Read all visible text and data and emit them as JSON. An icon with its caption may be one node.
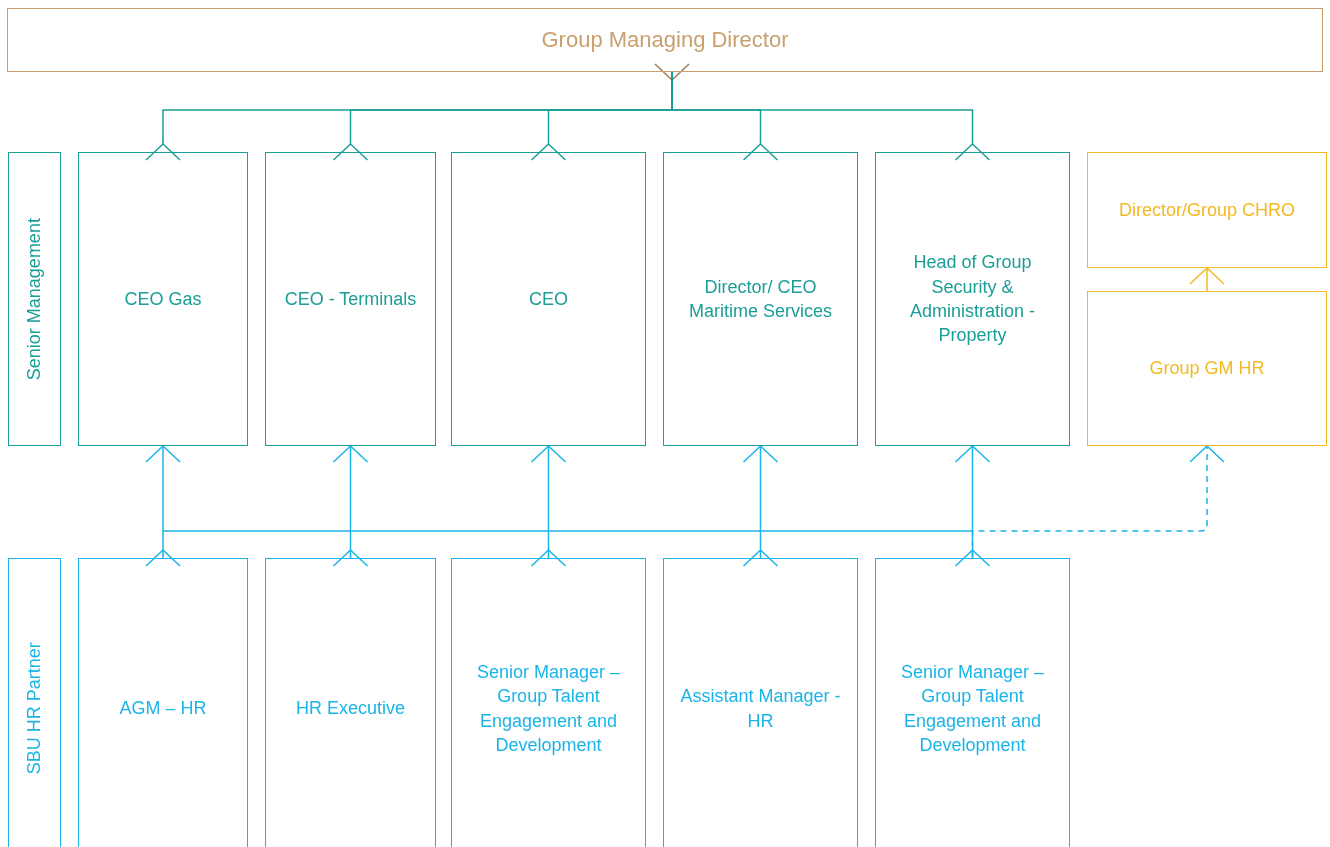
{
  "diagram": {
    "nodes": [
      {
        "text": [
          "Group Managing Director"
        ]
      },
      {
        "text": [
          "Senior Management"
        ]
      },
      {
        "text": [
          "CEO Gas"
        ]
      },
      {
        "text": [
          "CEO - Terminals"
        ]
      },
      {
        "text": [
          "CEO"
        ]
      },
      {
        "text": [
          "Director/ CEO Maritime Services"
        ]
      },
      {
        "text": [
          "Head of Group Security & Administration - Property"
        ]
      },
      {
        "text": [
          "Director/Group CHRO"
        ]
      },
      {
        "text": [
          "Group GM HR"
        ]
      },
      {
        "text": [
          "SBU HR Partner"
        ]
      },
      {
        "text": [
          "AGM – HR"
        ]
      },
      {
        "text": [
          "HR Executive"
        ]
      },
      {
        "text": [
          "Senior Manager – Group Talent Engagement and Development"
        ]
      },
      {
        "text": [
          "Assistant Manager - HR"
        ]
      },
      {
        "text": [
          "Senior Manager – Group Talent Engagement and Development"
        ]
      }
    ],
    "edges": [
      {
        "from": 0,
        "to": 2,
        "arrow": "none"
      },
      {
        "from": 0,
        "to": 3,
        "arrow": "none"
      },
      {
        "from": 0,
        "to": 4,
        "arrow": "none"
      },
      {
        "from": 0,
        "to": 5,
        "arrow": "none"
      },
      {
        "from": 0,
        "to": 6,
        "arrow": "none"
      },
      {
        "from": 10,
        "to": 2,
        "arrow": "to",
        "color": "#1ab4e8"
      },
      {
        "from": 11,
        "to": 3,
        "arrow": "to",
        "color": "#1ab4e8"
      },
      {
        "from": 12,
        "to": 4,
        "arrow": "to",
        "color": "#1ab4e8"
      },
      {
        "from": 13,
        "to": 5,
        "arrow": "to",
        "color": "#1ab4e8"
      },
      {
        "from": 14,
        "to": 6,
        "arrow": "to",
        "color": "#1ab4e8"
      },
      {
        "from": 14,
        "to": 8,
        "arrow": "to",
        "style": "dashed",
        "color": "#1ab4e8"
      },
      {
        "from": 8,
        "to": 7,
        "arrow": "to",
        "color": "#f5b820"
      }
    ]
  }
}
